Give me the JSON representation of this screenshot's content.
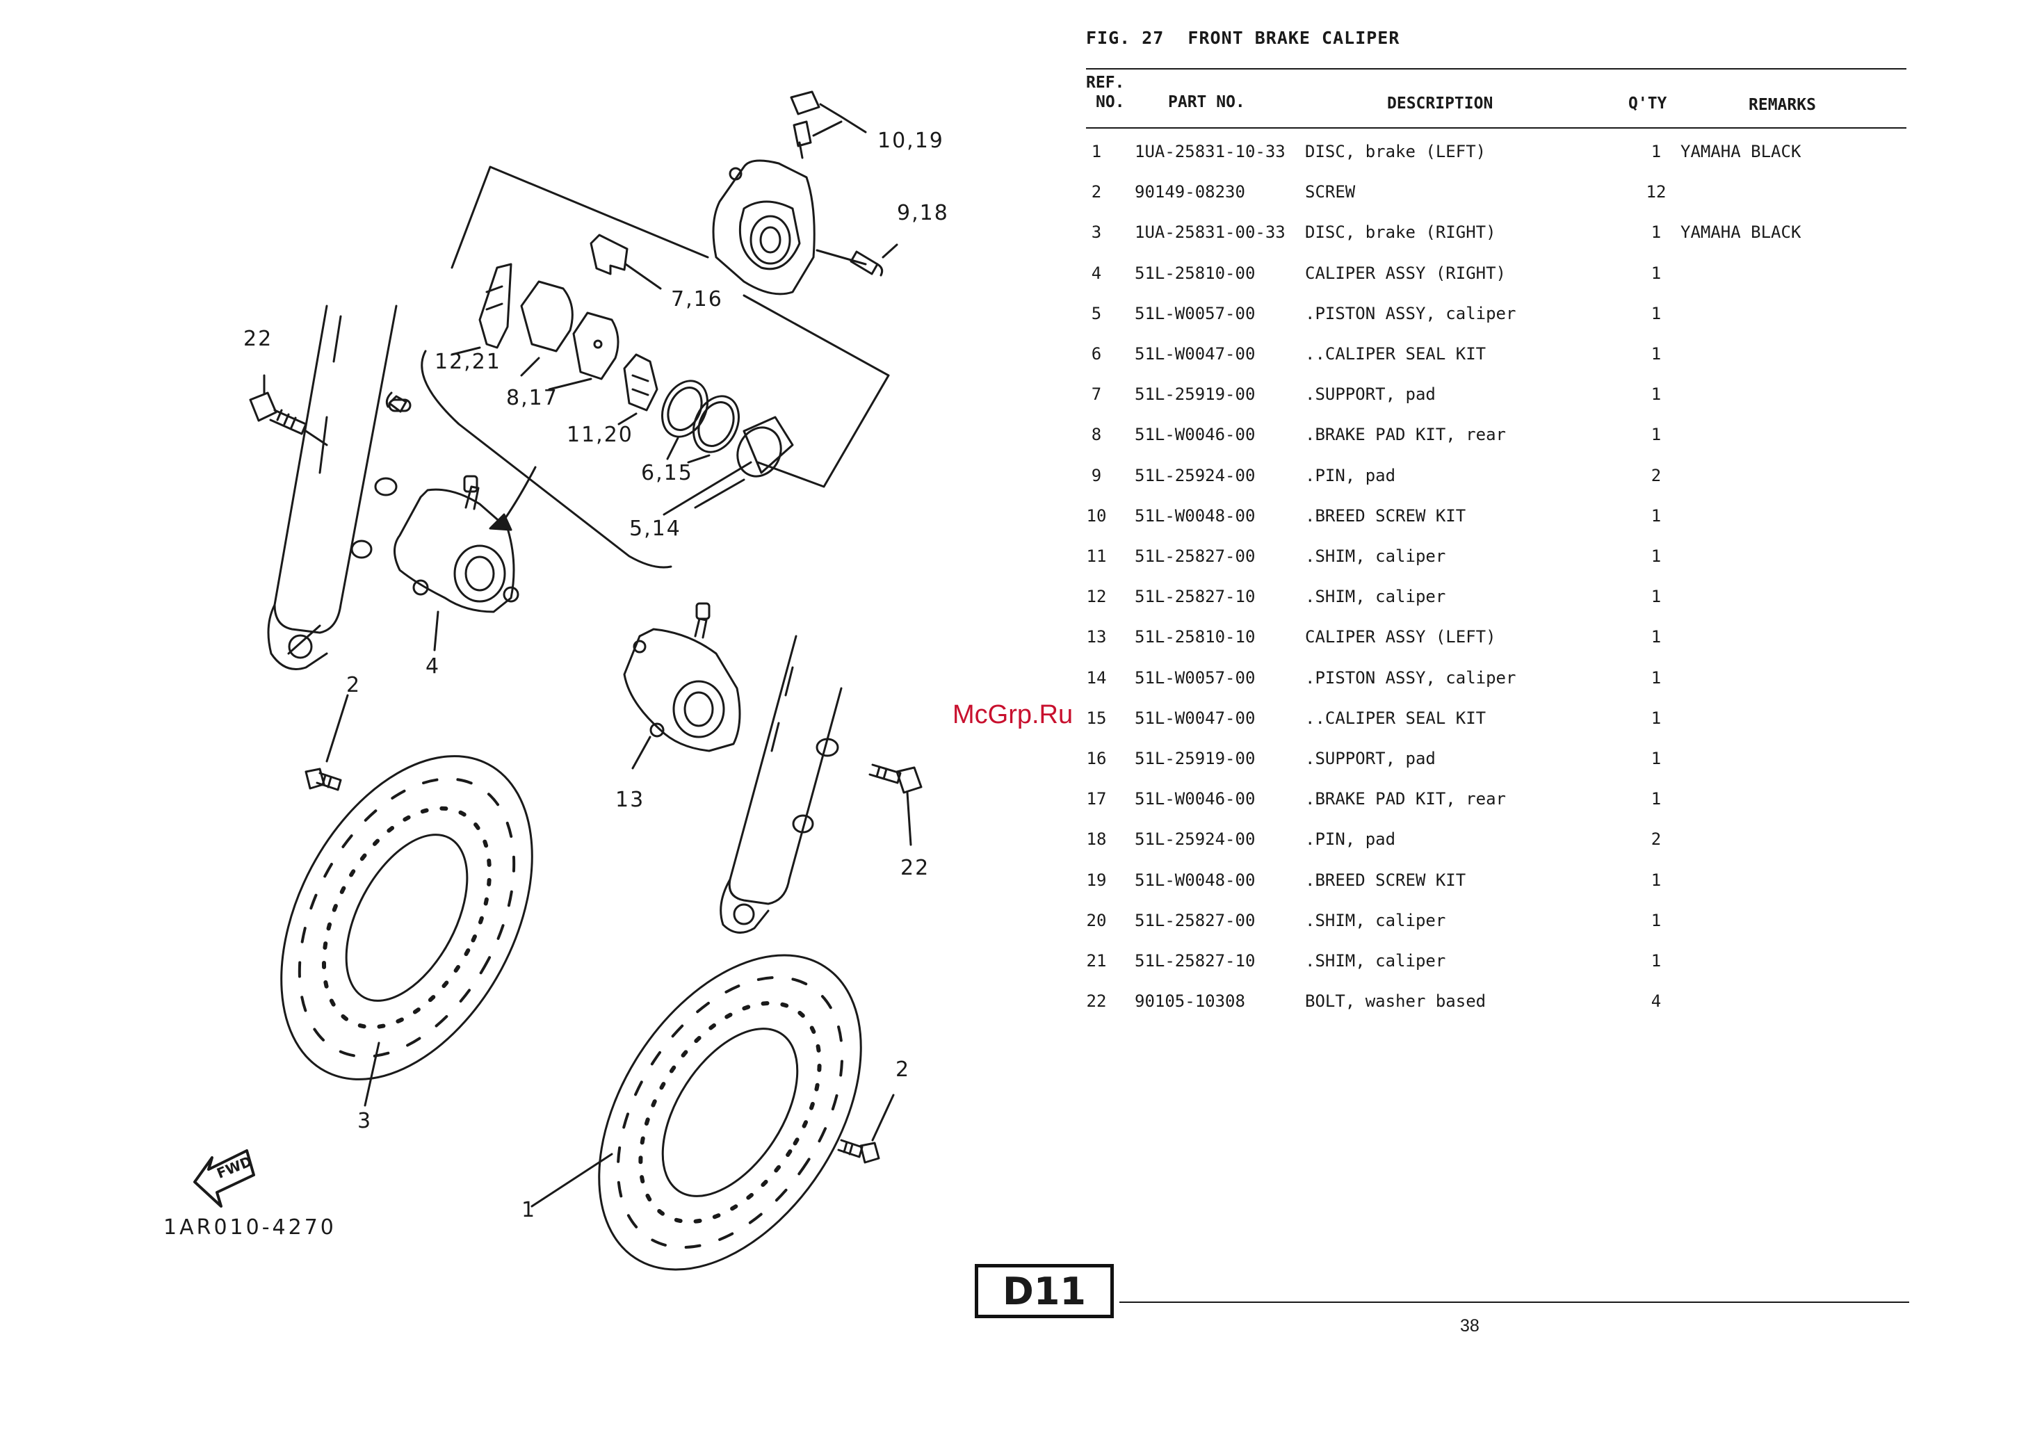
{
  "figure": {
    "number": "FIG. 27",
    "title": "FRONT BRAKE CALIPER",
    "drawing_code": "1AR010-4270",
    "fwd_label": "FWD"
  },
  "columns": {
    "ref_line1": "REF.",
    "ref_line2": "NO.",
    "part_no": "PART NO.",
    "description": "DESCRIPTION",
    "qty": "Q'TY",
    "remarks": "REMARKS"
  },
  "parts": [
    {
      "ref": "1",
      "part_no": "1UA-25831-10-33",
      "description": "DISC, brake (LEFT)",
      "qty": "1",
      "remarks": "YAMAHA BLACK"
    },
    {
      "ref": "2",
      "part_no": "90149-08230",
      "description": "SCREW",
      "qty": "12",
      "remarks": ""
    },
    {
      "ref": "3",
      "part_no": "1UA-25831-00-33",
      "description": "DISC, brake (RIGHT)",
      "qty": "1",
      "remarks": "YAMAHA BLACK"
    },
    {
      "ref": "4",
      "part_no": "51L-25810-00",
      "description": "CALIPER ASSY (RIGHT)",
      "qty": "1",
      "remarks": ""
    },
    {
      "ref": "5",
      "part_no": "51L-W0057-00",
      "description": ".PISTON ASSY, caliper",
      "qty": "1",
      "remarks": ""
    },
    {
      "ref": "6",
      "part_no": "51L-W0047-00",
      "description": "..CALIPER SEAL KIT",
      "qty": "1",
      "remarks": ""
    },
    {
      "ref": "7",
      "part_no": "51L-25919-00",
      "description": ".SUPPORT, pad",
      "qty": "1",
      "remarks": ""
    },
    {
      "ref": "8",
      "part_no": "51L-W0046-00",
      "description": ".BRAKE PAD KIT, rear",
      "qty": "1",
      "remarks": ""
    },
    {
      "ref": "9",
      "part_no": "51L-25924-00",
      "description": ".PIN, pad",
      "qty": "2",
      "remarks": ""
    },
    {
      "ref": "10",
      "part_no": "51L-W0048-00",
      "description": ".BREED SCREW KIT",
      "qty": "1",
      "remarks": ""
    },
    {
      "ref": "11",
      "part_no": "51L-25827-00",
      "description": ".SHIM, caliper",
      "qty": "1",
      "remarks": ""
    },
    {
      "ref": "12",
      "part_no": "51L-25827-10",
      "description": ".SHIM, caliper",
      "qty": "1",
      "remarks": ""
    },
    {
      "ref": "13",
      "part_no": "51L-25810-10",
      "description": "CALIPER ASSY (LEFT)",
      "qty": "1",
      "remarks": ""
    },
    {
      "ref": "14",
      "part_no": "51L-W0057-00",
      "description": ".PISTON ASSY, caliper",
      "qty": "1",
      "remarks": ""
    },
    {
      "ref": "15",
      "part_no": "51L-W0047-00",
      "description": "..CALIPER SEAL KIT",
      "qty": "1",
      "remarks": ""
    },
    {
      "ref": "16",
      "part_no": "51L-25919-00",
      "description": ".SUPPORT, pad",
      "qty": "1",
      "remarks": ""
    },
    {
      "ref": "17",
      "part_no": "51L-W0046-00",
      "description": ".BRAKE PAD KIT, rear",
      "qty": "1",
      "remarks": ""
    },
    {
      "ref": "18",
      "part_no": "51L-25924-00",
      "description": ".PIN, pad",
      "qty": "2",
      "remarks": ""
    },
    {
      "ref": "19",
      "part_no": "51L-W0048-00",
      "description": ".BREED SCREW KIT",
      "qty": "1",
      "remarks": ""
    },
    {
      "ref": "20",
      "part_no": "51L-25827-00",
      "description": ".SHIM, caliper",
      "qty": "1",
      "remarks": ""
    },
    {
      "ref": "21",
      "part_no": "51L-25827-10",
      "description": ".SHIM, caliper",
      "qty": "1",
      "remarks": ""
    },
    {
      "ref": "22",
      "part_no": "90105-10308",
      "description": "BOLT, washer based",
      "qty": "4",
      "remarks": ""
    }
  ],
  "callouts": {
    "c10_19": "10,19",
    "c9_18": "9,18",
    "c7_16": "7,16",
    "c12_21": "12,21",
    "c8_17": "8,17",
    "c11_20": "11,20",
    "c6_15": "6,15",
    "c5_14": "5,14",
    "c22_top": "22",
    "c4": "4",
    "c2_left": "2",
    "c13": "13",
    "c22_right": "22",
    "c3": "3",
    "c2_right": "2",
    "c1": "1"
  },
  "footer": {
    "section_tag": "D11",
    "page_number": "38",
    "watermark": "McGrp.Ru"
  },
  "colors": {
    "ink": "#1a1a1a",
    "watermark": "#c8102e",
    "paper": "#ffffff"
  }
}
